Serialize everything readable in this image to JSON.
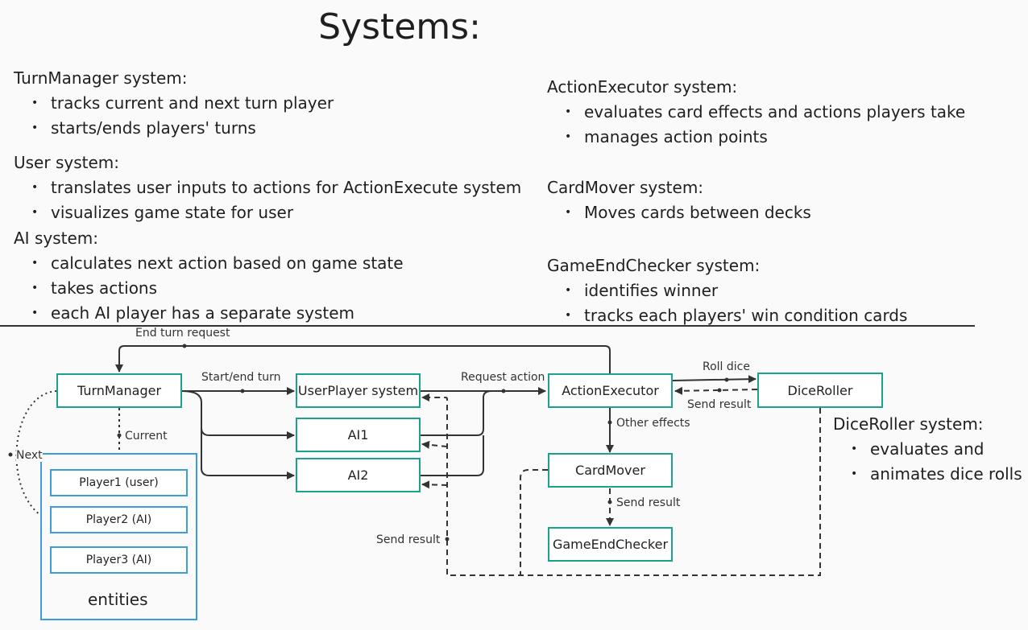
{
  "title": "Systems:",
  "systems": {
    "turn_manager": {
      "name": "TurnManager system:",
      "bullets": [
        "tracks current and next turn player",
        "starts/ends players' turns"
      ]
    },
    "user": {
      "name": "User system:",
      "bullets": [
        "translates user inputs to actions for ActionExecute system",
        "visualizes game state for user"
      ]
    },
    "ai": {
      "name": "AI system:",
      "bullets": [
        "calculates next action based on game state",
        "takes actions",
        "each AI player has a separate system"
      ]
    },
    "action_executor": {
      "name": "ActionExecutor system:",
      "bullets": [
        "evaluates card effects and actions players take",
        "manages action points"
      ]
    },
    "card_mover": {
      "name": "CardMover system:",
      "bullets": [
        "Moves cards between decks"
      ]
    },
    "game_end_checker": {
      "name": "GameEndChecker system:",
      "bullets": [
        "identifies winner",
        "tracks each players' win condition cards"
      ]
    },
    "dice_roller": {
      "name": "DiceRoller system:",
      "bullets": [
        "evaluates and",
        "animates dice rolls"
      ]
    }
  },
  "diagram": {
    "boxes": {
      "turn_manager": "TurnManager",
      "user_player": "UserPlayer system",
      "ai1": "AI1",
      "ai2": "AI2",
      "action_executor": "ActionExecutor",
      "dice_roller": "DiceRoller",
      "card_mover": "CardMover",
      "game_end_checker": "GameEndChecker"
    },
    "entities": {
      "label": "entities",
      "items": [
        "Player1 (user)",
        "Player2 (AI)",
        "Player3 (AI)"
      ]
    },
    "edge_labels": {
      "end_turn_request": "End turn request",
      "start_end_turn": "Start/end turn",
      "request_action": "Request action",
      "roll_dice": "Roll dice",
      "send_result_dice": "Send result",
      "other_effects": "Other effects",
      "send_result_card": "Send result",
      "send_result_players": "Send result",
      "current": "Current",
      "next": "Next"
    }
  },
  "colors": {
    "system_box": "#1aa38a",
    "entity_box": "#3d9ddb",
    "line": "#333333"
  }
}
